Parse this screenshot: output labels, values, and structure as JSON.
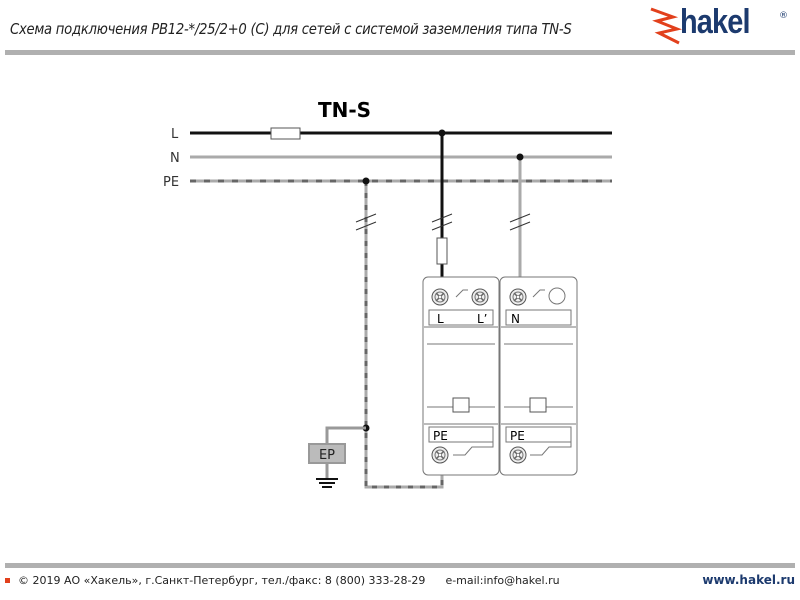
{
  "header": {
    "title": "Схема подключения PB12-*/25/2+0 (C) для сетей с системой заземления типа TN-S",
    "logo": "hakel",
    "logo_mark": "®"
  },
  "diagram": {
    "system": "TN-S",
    "lines": {
      "l": "L",
      "n": "N",
      "pe": "PE"
    },
    "module1": {
      "terminal_l": "L",
      "terminal_l2": "L’",
      "terminal_pe": "PE"
    },
    "module2": {
      "terminal_n": "N",
      "terminal_pe": "PE"
    },
    "ep": "EP"
  },
  "footer": {
    "copyright": "© 2019 АО «Хакель», г.Санкт-Петербург, тел./факс: 8 (800) 333-28-29",
    "email": "e-mail:info@hakel.ru",
    "website": "www.hakel.ru"
  },
  "colors": {
    "brand": "#1c3a6e",
    "accent": "#e2401c",
    "wire_gray": "#999999"
  }
}
